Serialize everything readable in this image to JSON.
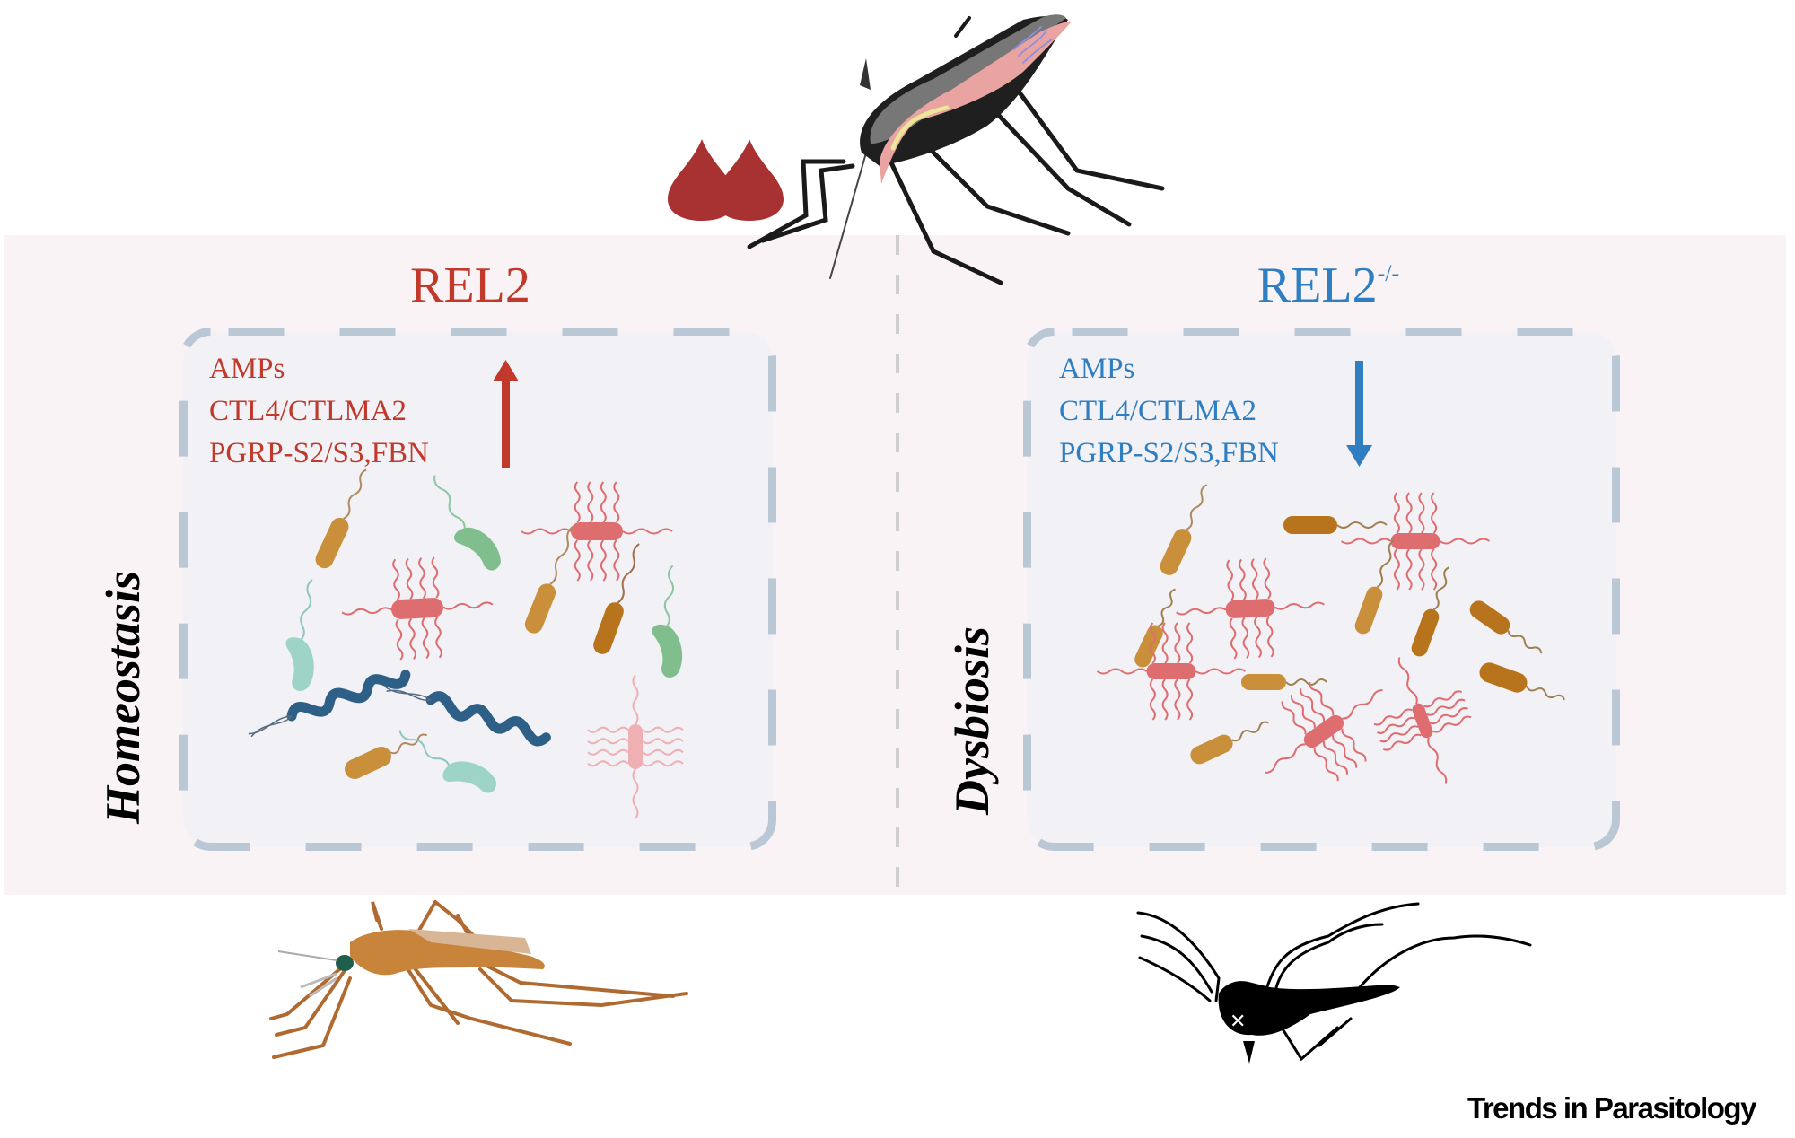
{
  "figure": {
    "journal": "Trends in Parasitology",
    "top_illustration": {
      "icon": "blood-feeding-mosquito-icon",
      "blood_drops": 2,
      "blood_color": "#a83232"
    },
    "divider_style": "dashed",
    "panels": [
      {
        "id": "left",
        "condition_label": "Homeostasis",
        "header": {
          "main": "REL2",
          "superscript": ""
        },
        "color": "#c0392b",
        "genes": [
          "AMPs",
          "CTL4/CTLMA2",
          "PGRP-S2/S3,FBN"
        ],
        "regulation": "up",
        "arrow_icon": "arrow-up-icon",
        "microbiota": "diverse",
        "mosquito_icon": "healthy-mosquito-icon"
      },
      {
        "id": "right",
        "condition_label": "Dysbiosis",
        "header": {
          "main": "REL2",
          "superscript": "-/-"
        },
        "color": "#2f7ec1",
        "genes": [
          "AMPs",
          "CTL4/CTLMA2",
          "PGRP-S2/S3,FBN"
        ],
        "regulation": "down",
        "arrow_icon": "arrow-down-icon",
        "microbiota": "dominated",
        "mosquito_icon": "dead-mosquito-icon"
      }
    ],
    "colors": {
      "panel_bg": "#f9f3f5",
      "box_bg": "#f1f1f6",
      "box_border": "#bac8d6",
      "bacterium_orange": "#c98f3a",
      "bacterium_orange_dark": "#b8741c",
      "bacterium_red": "#de6d70",
      "bacterium_pink": "#eeb0b3",
      "bacterium_green": "#80bf8d",
      "bacterium_teal": "#9ed3c8",
      "spirochete_blue": "#2e5f86"
    }
  }
}
